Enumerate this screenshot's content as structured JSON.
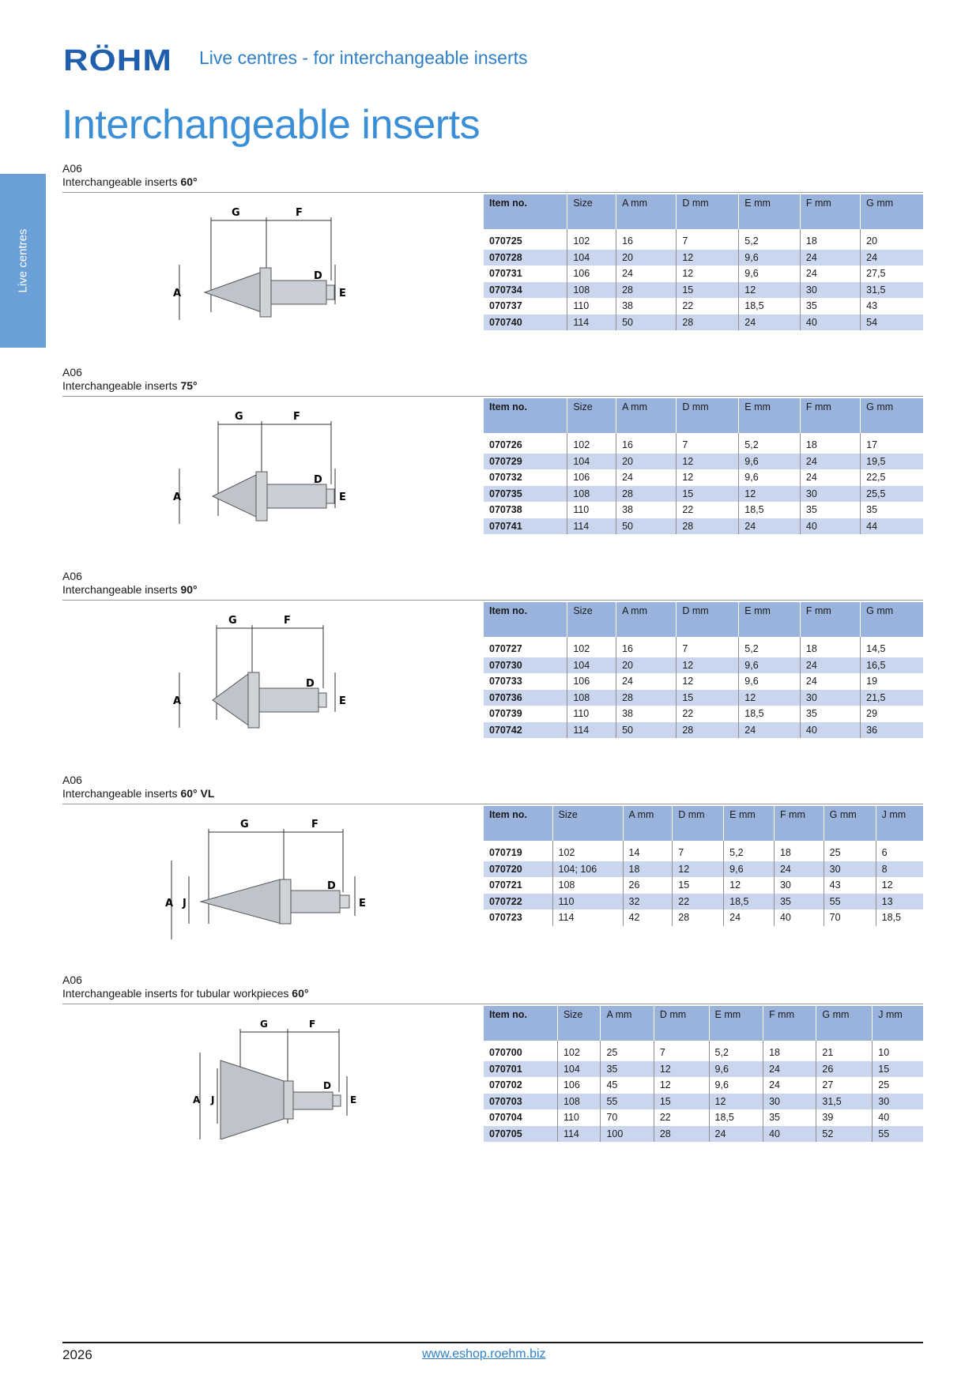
{
  "brand": "RÖHM",
  "header_title": "Live centres - for interchangeable inserts",
  "page_title": "Interchangeable inserts",
  "side_tab": "Live centres",
  "sections": [
    {
      "code": "A06",
      "name_prefix": "Interchangeable inserts ",
      "name_bold": "60°",
      "headers": [
        "Item no.",
        "Size",
        "A mm",
        "D mm",
        "E mm",
        "F mm",
        "G mm"
      ],
      "rows": [
        [
          "070725",
          "102",
          "16",
          "7",
          "5,2",
          "18",
          "20"
        ],
        [
          "070728",
          "104",
          "20",
          "12",
          "9,6",
          "24",
          "24"
        ],
        [
          "070731",
          "106",
          "24",
          "12",
          "9,6",
          "24",
          "27,5"
        ],
        [
          "070734",
          "108",
          "28",
          "15",
          "12",
          "30",
          "31,5"
        ],
        [
          "070737",
          "110",
          "38",
          "22",
          "18,5",
          "35",
          "43"
        ],
        [
          "070740",
          "114",
          "50",
          "28",
          "24",
          "40",
          "54"
        ]
      ]
    },
    {
      "code": "A06",
      "name_prefix": "Interchangeable inserts ",
      "name_bold": "75°",
      "headers": [
        "Item no.",
        "Size",
        "A mm",
        "D mm",
        "E mm",
        "F mm",
        "G mm"
      ],
      "rows": [
        [
          "070726",
          "102",
          "16",
          "7",
          "5,2",
          "18",
          "17"
        ],
        [
          "070729",
          "104",
          "20",
          "12",
          "9,6",
          "24",
          "19,5"
        ],
        [
          "070732",
          "106",
          "24",
          "12",
          "9,6",
          "24",
          "22,5"
        ],
        [
          "070735",
          "108",
          "28",
          "15",
          "12",
          "30",
          "25,5"
        ],
        [
          "070738",
          "110",
          "38",
          "22",
          "18,5",
          "35",
          "35"
        ],
        [
          "070741",
          "114",
          "50",
          "28",
          "24",
          "40",
          "44"
        ]
      ]
    },
    {
      "code": "A06",
      "name_prefix": "Interchangeable inserts ",
      "name_bold": "90°",
      "headers": [
        "Item no.",
        "Size",
        "A mm",
        "D mm",
        "E mm",
        "F mm",
        "G mm"
      ],
      "rows": [
        [
          "070727",
          "102",
          "16",
          "7",
          "5,2",
          "18",
          "14,5"
        ],
        [
          "070730",
          "104",
          "20",
          "12",
          "9,6",
          "24",
          "16,5"
        ],
        [
          "070733",
          "106",
          "24",
          "12",
          "9,6",
          "24",
          "19"
        ],
        [
          "070736",
          "108",
          "28",
          "15",
          "12",
          "30",
          "21,5"
        ],
        [
          "070739",
          "110",
          "38",
          "22",
          "18,5",
          "35",
          "29"
        ],
        [
          "070742",
          "114",
          "50",
          "28",
          "24",
          "40",
          "36"
        ]
      ]
    },
    {
      "code": "A06",
      "name_prefix": "Interchangeable inserts ",
      "name_bold": "60° VL",
      "headers": [
        "Item no.",
        "Size",
        "A mm",
        "D mm",
        "E mm",
        "F mm",
        "G mm",
        "J mm"
      ],
      "rows": [
        [
          "070719",
          "102",
          "14",
          "7",
          "5,2",
          "18",
          "25",
          "6"
        ],
        [
          "070720",
          "104; 106",
          "18",
          "12",
          "9,6",
          "24",
          "30",
          "8"
        ],
        [
          "070721",
          "108",
          "26",
          "15",
          "12",
          "30",
          "43",
          "12"
        ],
        [
          "070722",
          "110",
          "32",
          "22",
          "18,5",
          "35",
          "55",
          "13"
        ],
        [
          "070723",
          "114",
          "42",
          "28",
          "24",
          "40",
          "70",
          "18,5"
        ]
      ]
    },
    {
      "code": "A06",
      "name_prefix": "Interchangeable inserts for tubular workpieces ",
      "name_bold": "60°",
      "headers": [
        "Item no.",
        "Size",
        "A mm",
        "D mm",
        "E mm",
        "F mm",
        "G mm",
        "J mm"
      ],
      "rows": [
        [
          "070700",
          "102",
          "25",
          "7",
          "5,2",
          "18",
          "21",
          "10"
        ],
        [
          "070701",
          "104",
          "35",
          "12",
          "9,6",
          "24",
          "26",
          "15"
        ],
        [
          "070702",
          "106",
          "45",
          "12",
          "9,6",
          "24",
          "27",
          "25"
        ],
        [
          "070703",
          "108",
          "55",
          "15",
          "12",
          "30",
          "31,5",
          "30"
        ],
        [
          "070704",
          "110",
          "70",
          "22",
          "18,5",
          "35",
          "39",
          "40"
        ],
        [
          "070705",
          "114",
          "100",
          "28",
          "24",
          "40",
          "52",
          "55"
        ]
      ]
    }
  ],
  "footer": {
    "page_number": "2026",
    "link": "www.eshop.roehm.biz"
  },
  "colors": {
    "accent": "#3b8fd6",
    "table_header": "#9ab3dc",
    "table_alt_row": "#c9d6ee",
    "side_tab": "#6a9fd8",
    "brand": "#1f5fae"
  }
}
